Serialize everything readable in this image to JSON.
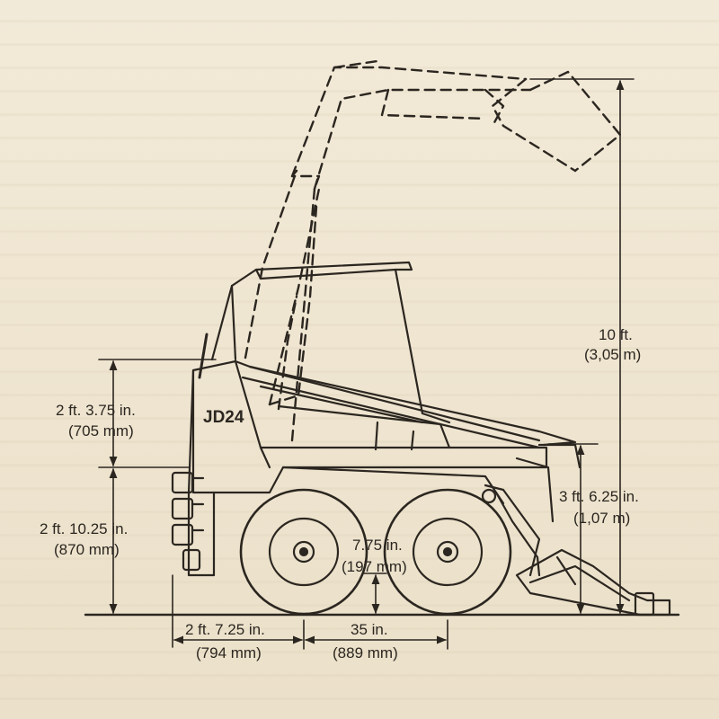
{
  "diagram": {
    "model_label": "JD24",
    "dimensions": {
      "lift_height": {
        "primary": "10 ft.",
        "secondary": "(3,05 m)"
      },
      "upper_height": {
        "primary": "2 ft. 3.75 in.",
        "secondary": "(705 mm)"
      },
      "lower_height": {
        "primary": "2 ft. 10.25 in.",
        "secondary": "(870 mm)"
      },
      "dump_height": {
        "primary": "3 ft. 6.25 in.",
        "secondary": "(1,07 m)"
      },
      "ground_clearance": {
        "primary": "7.75 in.",
        "secondary": "(197 mm)"
      },
      "rear_overhang": {
        "primary": "2 ft. 7.25 in.",
        "secondary": "(794 mm)"
      },
      "wheelbase": {
        "primary": "35 in.",
        "secondary": "(889 mm)"
      }
    },
    "colors": {
      "ink": "#2b2620",
      "paper": "#efe6d2"
    }
  }
}
